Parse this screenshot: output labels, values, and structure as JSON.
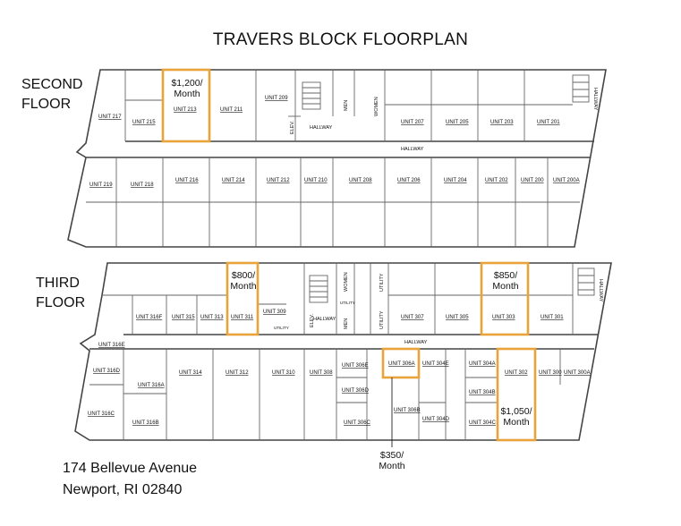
{
  "title": "TRAVERS BLOCK FLOORPLAN",
  "floors": {
    "second": {
      "label_line1": "SECOND",
      "label_line2": "FLOOR",
      "units_top": [
        "UNIT 217",
        "UNIT 215",
        "UNIT 213",
        "UNIT 211",
        "UNIT 209",
        "UNIT 207",
        "UNIT 205",
        "UNIT 203",
        "UNIT 201"
      ],
      "units_bottom": [
        "UNIT 219",
        "UNIT 218",
        "UNIT 216",
        "UNIT 214",
        "UNIT 212",
        "UNIT 210",
        "UNIT 208",
        "UNIT 206",
        "UNIT 204",
        "UNIT 202",
        "UNIT 200",
        "UNIT 200A"
      ],
      "labels": {
        "elev": "ELEV.",
        "men": "MEN",
        "women": "WOMEN",
        "hallway_a": "HALLWAY",
        "hallway_b": "HALLWAY",
        "hallway_side": "HALLWAY"
      }
    },
    "third": {
      "label_line1": "THIRD",
      "label_line2": "FLOOR",
      "units_top": [
        "UNIT 316F",
        "UNIT 315",
        "UNIT 313",
        "UNIT 311",
        "UNIT 309",
        "UNIT 307",
        "UNIT 305",
        "UNIT 303",
        "UNIT 301"
      ],
      "units_bottom": [
        "UNIT 316E",
        "UNIT 316D",
        "UNIT 316A",
        "UNIT 316C",
        "UNIT 316B",
        "UNIT 314",
        "UNIT 312",
        "UNIT 310",
        "UNIT 308",
        "UNIT 306E",
        "UNIT 306D",
        "UNIT 306C",
        "UNIT 306A",
        "UNIT 306B",
        "UNIT 304E",
        "UNIT 304D",
        "UNIT 304A",
        "UNIT 304B",
        "UNIT 304C",
        "UNIT 302",
        "UNIT 300",
        "UNIT 300A"
      ],
      "labels": {
        "elev": "ELEV.",
        "men": "MEN",
        "women": "WOMEN",
        "utility_a": "UTILITY",
        "utility_b": "UTILITY",
        "utility_c": "UTILITY",
        "utility_d": "UTILITY",
        "hallway_a": "HALLWAY",
        "hallway_b": "HALLWAY",
        "hallway_side": "HALLWAY"
      }
    }
  },
  "prices": {
    "unit_213": "$1,200/ Month",
    "unit_311": "$800/ Month",
    "unit_303": "$850/ Month",
    "unit_302": "$1,050/ Month",
    "unit_306a": "$350/ Month"
  },
  "address": {
    "line1": "174 Bellevue Avenue",
    "line2": "Newport, RI 02840"
  },
  "highlight_color": "#e8a33a"
}
